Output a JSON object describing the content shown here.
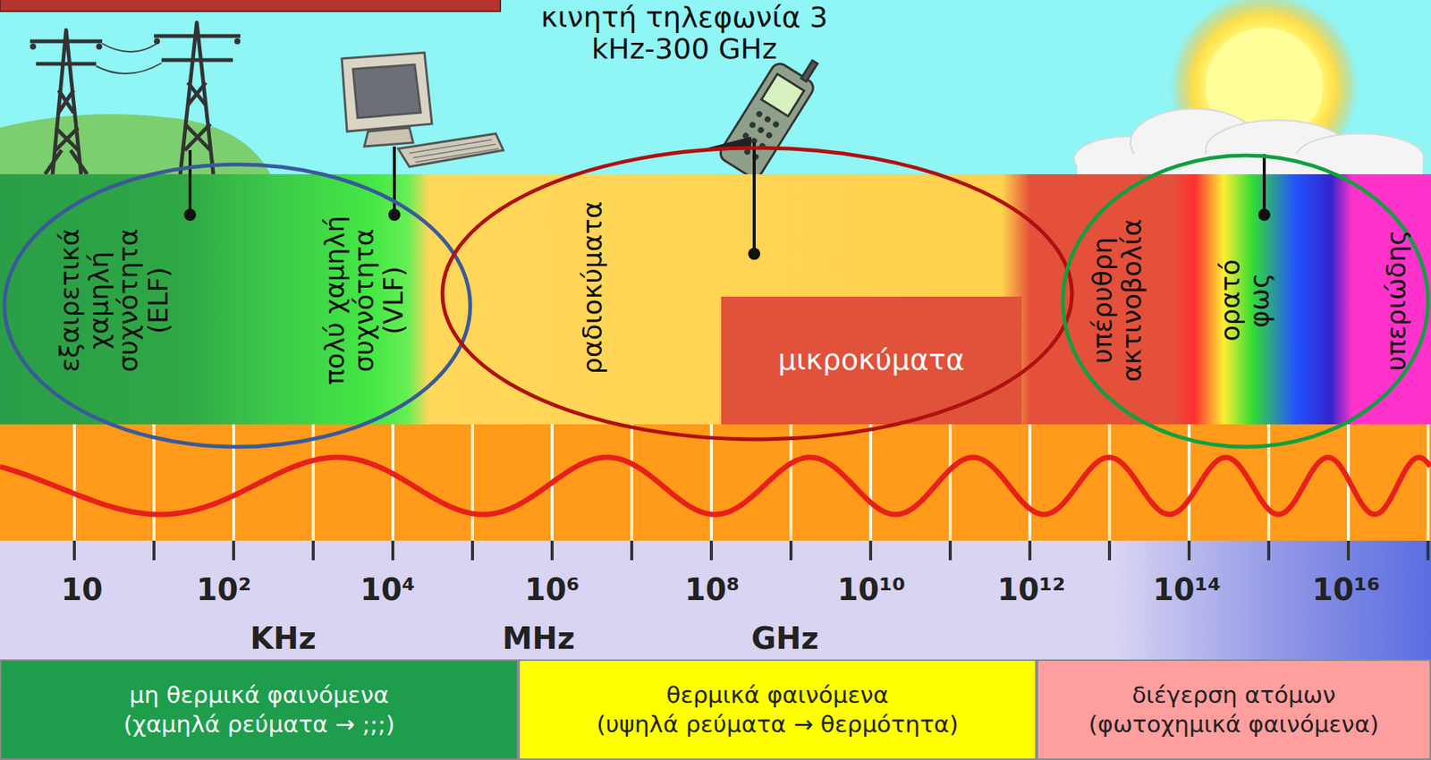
{
  "diagram": {
    "nodes": [
      {
        "text": [
          "μικροκύματα"
        ]
      },
      {
        "text": [
          "μη θερμικά φαινόμενα",
          "(χαμηλά ρεύματα → ;;;)"
        ]
      },
      {
        "text": [
          "θερμικά φαινόμενα",
          "(υψηλά ρεύματα → θερμότητα)"
        ]
      },
      {
        "text": [
          "διέγερση ατόμων",
          "(φωτοχημικά φαινόμενα)"
        ]
      }
    ],
    "labels": [
      "κινητή τηλεφωνία 3 kHz-300 GHz",
      "εξαιρετικά χαμηλή συχνότητα (ELF)",
      "πολύ χαμηλή συχνότητα (VLF)",
      "ραδιοκύματα",
      "υπέρυθρη ακτινοβολία",
      "ορατό φως",
      "υπεριώδης",
      "10",
      "10²",
      "10⁴",
      "10⁶",
      "10⁸",
      "10¹⁰",
      "10¹²",
      "10¹⁴",
      "10¹⁶",
      "KHz",
      "MHz",
      "GHz"
    ]
  }
}
